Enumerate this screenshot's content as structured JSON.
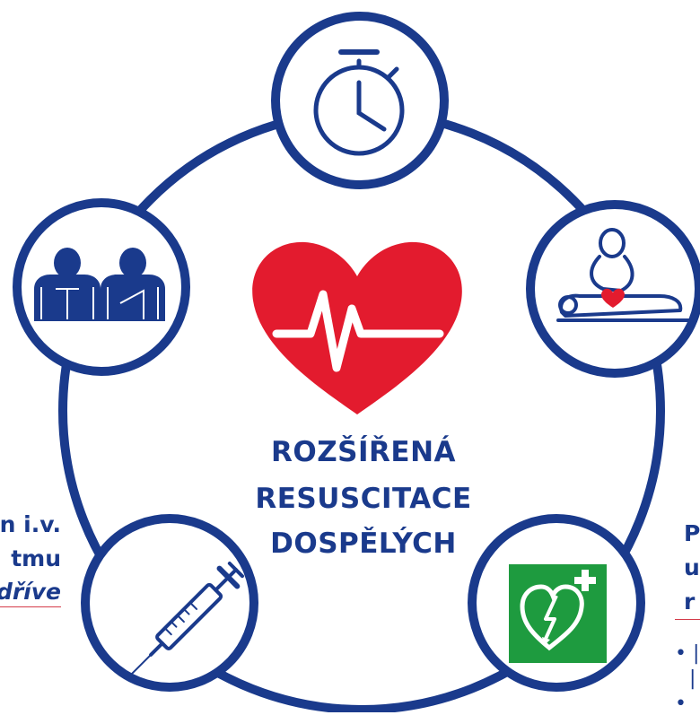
{
  "title": {
    "line1": "ROZŠÍŘENÁ",
    "line2": "RESUSCITACE",
    "line3": "DOSPĚLÝCH"
  },
  "left_caption": {
    "line1": "n i.v.",
    "line2": "tmu",
    "line3": "dříve"
  },
  "right_caption": {
    "line1": "P",
    "line2": "u",
    "line3": "r"
  },
  "right_bullets": [
    "• |",
    "|",
    "•"
  ],
  "colors": {
    "navy": "#1a3a8c",
    "heart_red": "#e31b2e",
    "aed_green": "#1e9b3f",
    "rule_red": "#d43b4a"
  },
  "icons": {
    "top": "stopwatch-icon",
    "right": "cpr-icon",
    "bottom_right": "aed-icon",
    "bottom_left": "syringe-icon",
    "left": "team-icon",
    "center": "heart-ecg-icon"
  }
}
